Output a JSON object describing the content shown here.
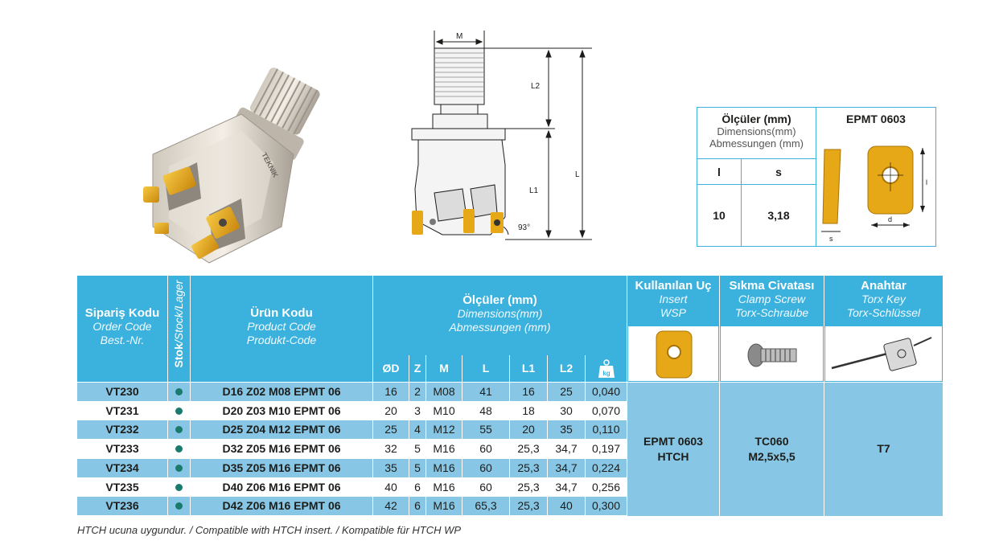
{
  "drawing": {
    "labels": {
      "m": "M",
      "l2": "L2",
      "l": "L",
      "l1": "L1",
      "angle": "93°"
    },
    "shank_text": "TEKNIK"
  },
  "dim_box": {
    "title": "Ölçüler (mm)",
    "sub1": "Dimensions(mm)",
    "sub2": "Abmessungen (mm)",
    "insert_title": "EPMT 0603",
    "col_l": "l",
    "col_s": "s",
    "val_l": "10",
    "val_s": "3,18",
    "fig_s": "s",
    "fig_d": "d",
    "fig_l": "l"
  },
  "table": {
    "headers": {
      "order_code": {
        "t": "Sipariş Kodu",
        "s1": "Order Code",
        "s2": "Best.-Nr."
      },
      "stock": {
        "t": "Stok",
        "s": "/Stock/Lager"
      },
      "product_code": {
        "t": "Ürün Kodu",
        "s1": "Product Code",
        "s2": "Produkt-Code"
      },
      "dimensions": {
        "t": "Ölçüler (mm)",
        "s1": "Dimensions(mm)",
        "s2": "Abmessungen (mm)"
      },
      "insert": {
        "t": "Kullanılan Uç",
        "s1": "Insert",
        "s2": "WSP"
      },
      "screw": {
        "t": "Sıkma Civatası",
        "s1": "Clamp Screw",
        "s2": "Torx-Schraube"
      },
      "key": {
        "t": "Anahtar",
        "s1": "Torx Key",
        "s2": "Torx-Schlüssel"
      }
    },
    "dim_cols": [
      "ØD",
      "Z",
      "M",
      "L",
      "L1",
      "L2"
    ],
    "weight_icon_label": "kg",
    "rows": [
      {
        "order": "VT230",
        "product": "D16 Z02 M08 EPMT 06",
        "d": "16",
        "z": "2",
        "m": "M08",
        "l": "41",
        "l1": "16",
        "l2": "25",
        "kg": "0,040"
      },
      {
        "order": "VT231",
        "product": "D20 Z03 M10 EPMT 06",
        "d": "20",
        "z": "3",
        "m": "M10",
        "l": "48",
        "l1": "18",
        "l2": "30",
        "kg": "0,070"
      },
      {
        "order": "VT232",
        "product": "D25 Z04 M12 EPMT 06",
        "d": "25",
        "z": "4",
        "m": "M12",
        "l": "55",
        "l1": "20",
        "l2": "35",
        "kg": "0,110"
      },
      {
        "order": "VT233",
        "product": "D32 Z05 M16 EPMT 06",
        "d": "32",
        "z": "5",
        "m": "M16",
        "l": "60",
        "l1": "25,3",
        "l2": "34,7",
        "kg": "0,197"
      },
      {
        "order": "VT234",
        "product": "D35 Z05 M16 EPMT 06",
        "d": "35",
        "z": "5",
        "m": "M16",
        "l": "60",
        "l1": "25,3",
        "l2": "34,7",
        "kg": "0,224"
      },
      {
        "order": "VT235",
        "product": "D40 Z06 M16 EPMT 06",
        "d": "40",
        "z": "6",
        "m": "M16",
        "l": "60",
        "l1": "25,3",
        "l2": "34,7",
        "kg": "0,256"
      },
      {
        "order": "VT236",
        "product": "D42 Z06 M16 EPMT 06",
        "d": "42",
        "z": "6",
        "m": "M16",
        "l": "65,3",
        "l1": "25,3",
        "l2": "40",
        "kg": "0,300"
      }
    ],
    "insert_value_1": "EPMT 0603",
    "insert_value_2": "HTCH",
    "screw_value_1": "TC060",
    "screw_value_2": "M2,5x5,5",
    "key_value": "T7"
  },
  "footnote": "HTCH ucuna uygundur. / Compatible with HTCH insert. / Kompatible für HTCH  WP",
  "colors": {
    "accent": "#3bb1dd",
    "row_blue": "#87c7e5",
    "stock_dot": "#1b7a6e",
    "insert_gold": "#e6a817"
  }
}
